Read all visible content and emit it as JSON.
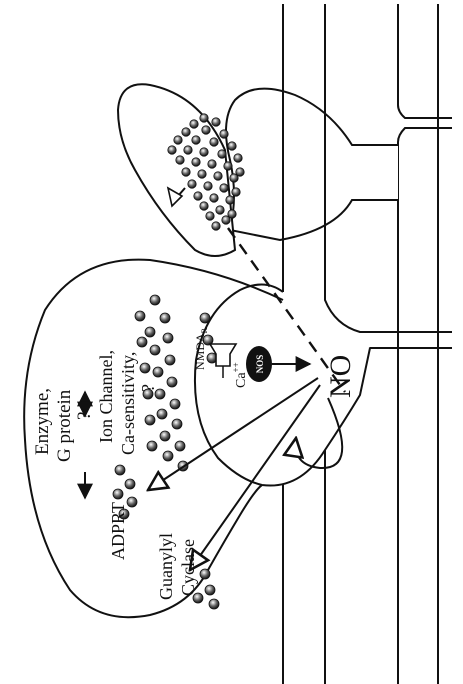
{
  "labels": {
    "enzyme": "Enzyme,",
    "g_protein": "G protein",
    "q1": "?",
    "ion_channel": "Ion Channel,",
    "ca_sensitivity": "Ca-sensitivity,",
    "q2": "?",
    "nmda": "NMDA",
    "nmda_sub": "R",
    "ca": "Ca",
    "ca_sup": "++",
    "nos": "NOS",
    "no": "NO",
    "adprt": "ADPRT",
    "guanylyl": "Guanylyl",
    "cyclase": "Cyclase"
  },
  "colors": {
    "ink": "#111111",
    "background": "#ffffff"
  }
}
